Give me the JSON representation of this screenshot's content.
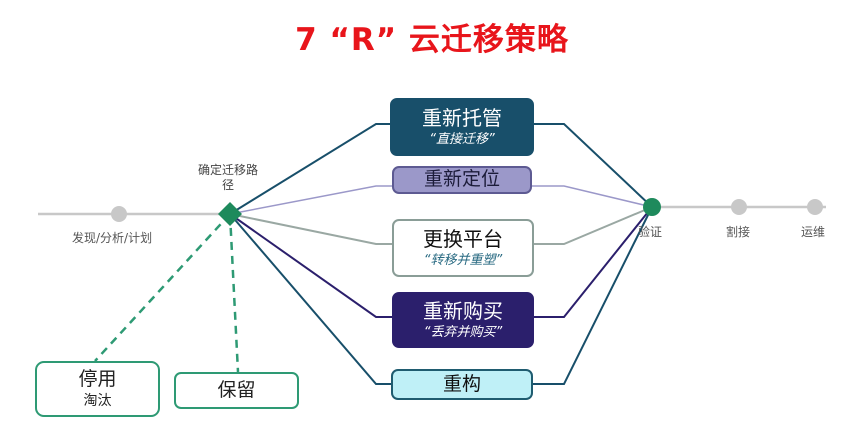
{
  "title": "7 “R” 云迁移策略",
  "timeline": {
    "discover_label": "发现/分析/计划",
    "decision_label": "确定迁移路径",
    "validate_label": "验证",
    "cutover_label": "割接",
    "operate_label": "运维"
  },
  "strategies": {
    "rehost": {
      "label": "重新托管",
      "sub": "“直接迁移”"
    },
    "relocate": {
      "label": "重新定位"
    },
    "replatform": {
      "label": "更换平台",
      "sub": "“转移并重塑”"
    },
    "repurchase": {
      "label": "重新购买",
      "sub": "“丢弃并购买”"
    },
    "refactor": {
      "label": "重构"
    },
    "retire": {
      "label": "停用",
      "sub": "淘汰"
    },
    "retain": {
      "label": "保留"
    }
  },
  "colors": {
    "title": "#e8151b",
    "rehost": "#184f6a",
    "relocate": "#9b98c9",
    "replatform_border": "#8a9d97",
    "repurchase": "#2b1f6c",
    "refactor": "#bff0f7",
    "decision": "#1e8a5c",
    "dashed": "#2e9a74",
    "timeline": "#c8c8c8"
  }
}
